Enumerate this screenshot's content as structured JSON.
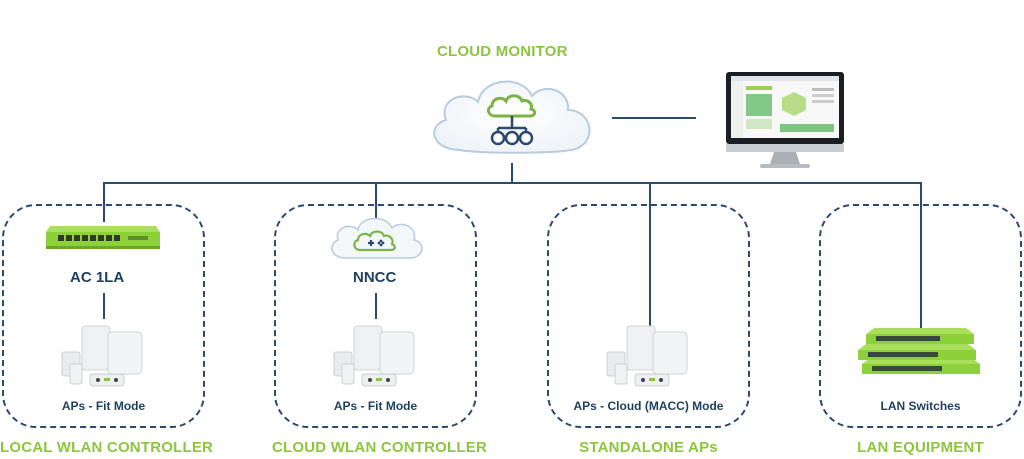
{
  "cloud_monitor": {
    "title": "CLOUD MONITOR",
    "icon": "cloud-network-icon"
  },
  "monitor": {
    "icon": "desktop-monitor-dashboard"
  },
  "groups": [
    {
      "category": "LOCAL WLAN CONTROLLER",
      "device": "AC 1LA",
      "device_icon": "controller-appliance",
      "ap_label": "APs - Fit Mode"
    },
    {
      "category": "CLOUD WLAN CONTROLLER",
      "device": "NNCC",
      "device_icon": "cloud-controller-icon",
      "ap_label": "APs - Fit Mode"
    },
    {
      "category": "STANDALONE APs",
      "ap_label": "APs - Cloud (MACC) Mode"
    },
    {
      "category": "LAN EQUIPMENT",
      "ap_label": "LAN Switches",
      "device_icon": "lan-switches"
    }
  ],
  "colors": {
    "accent_green": "#8cc63f",
    "navy": "#1f3f5f",
    "line": "#2b4a6f"
  }
}
